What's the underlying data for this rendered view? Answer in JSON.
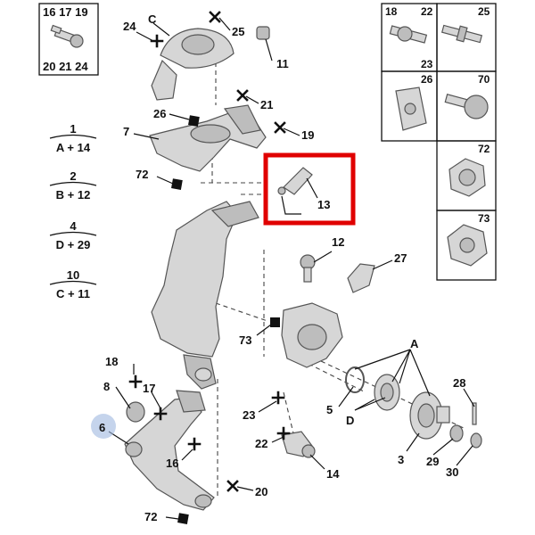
{
  "legend": [
    {
      "code": "1",
      "formula": "A + 14"
    },
    {
      "code": "2",
      "formula": "B + 12"
    },
    {
      "code": "4",
      "formula": "D + 29"
    },
    {
      "code": "10",
      "formula": "C + 11"
    }
  ],
  "fastener_box_top_left": {
    "top": "16 17 19",
    "bottom": "20 21 24"
  },
  "fastener_grid": {
    "cell_a_top": "18",
    "cell_a_top_right": "22",
    "cell_a_bottom": "23",
    "cell_b": "25",
    "cell_c": "26",
    "cell_d": "70",
    "cell_e": "72",
    "cell_f": "73"
  },
  "callouts": {
    "c_top": "C",
    "n24": "24",
    "n25": "25",
    "n11": "11",
    "n26": "26",
    "n21": "21",
    "n7": "7",
    "n19": "19",
    "n72a": "72",
    "n13": "13",
    "n12": "12",
    "n27": "27",
    "n73": "73",
    "nA": "A",
    "n18": "18",
    "n8": "8",
    "n17": "17",
    "n6": "6",
    "n16": "16",
    "n23": "23",
    "n22": "22",
    "n5": "5",
    "nD": "D",
    "n28": "28",
    "n3": "3",
    "n29": "29",
    "n30": "30",
    "n14": "14",
    "n20": "20",
    "n72b": "72"
  },
  "highlight": {
    "color": "#e00000",
    "target": "13"
  },
  "selection_circle": {
    "color": "#9fb8e0",
    "target": "6"
  }
}
